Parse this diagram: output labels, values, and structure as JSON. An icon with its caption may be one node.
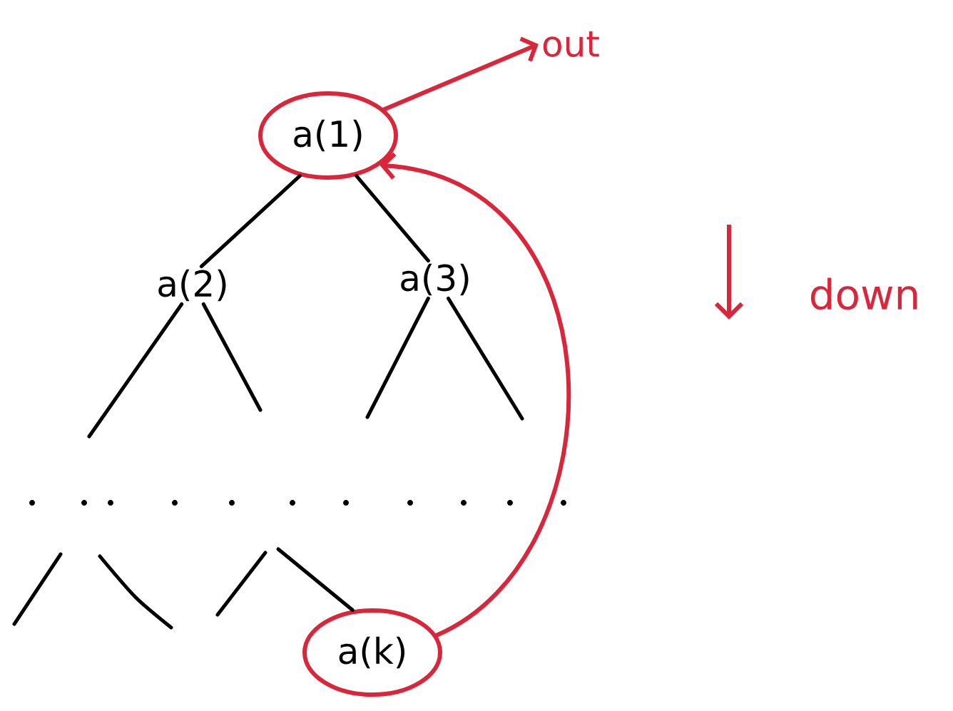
{
  "diagram": {
    "nodes": [
      {
        "text": [
          "a(1)"
        ]
      },
      {
        "text": [
          "a(2)"
        ]
      },
      {
        "text": [
          "a(3)"
        ]
      },
      {
        "text": [
          "a(k)"
        ]
      },
      {
        "text": [
          "out"
        ]
      }
    ],
    "edges": [
      {
        "from": 0,
        "to": 1,
        "arrow": "none"
      },
      {
        "from": 0,
        "to": 2,
        "arrow": "none"
      },
      {
        "from": 1,
        "to": null,
        "arrow": "none"
      },
      {
        "from": 1,
        "to": null,
        "arrow": "none"
      },
      {
        "from": 2,
        "to": null,
        "arrow": "none"
      },
      {
        "from": 2,
        "to": null,
        "arrow": "none"
      },
      {
        "from": null,
        "to": 3,
        "arrow": "none"
      },
      {
        "from": 3,
        "to": 0,
        "arrow": "to",
        "color": "#d9263a"
      },
      {
        "from": 0,
        "to": 4,
        "arrow": "to",
        "color": "#d9263a"
      }
    ],
    "labels": [
      "down"
    ]
  }
}
